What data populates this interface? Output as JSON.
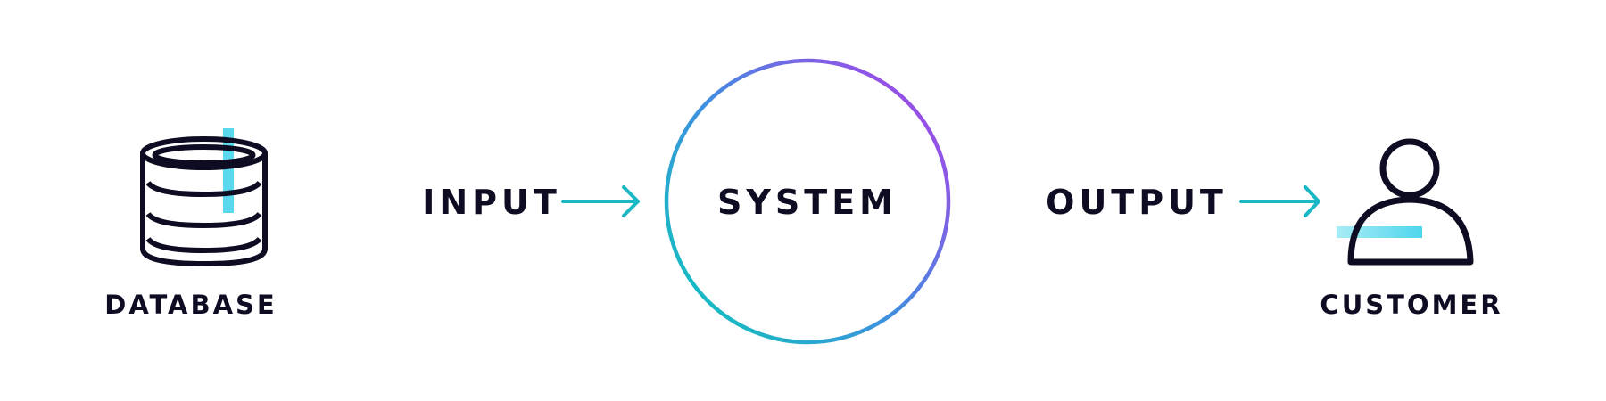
{
  "labels": {
    "database": "DATABASE",
    "input": "INPUT",
    "system": "SYSTEM",
    "output": "OUTPUT",
    "customer": "CUSTOMER"
  },
  "icons": {
    "database": "database-icon",
    "customer": "person-icon"
  },
  "colors": {
    "ink": "#0d0c22",
    "teal": "#1ab8c4",
    "purple": "#8b4fe6",
    "blue": "#4d7fe0",
    "accent_cyan": "#4fd6ec"
  }
}
